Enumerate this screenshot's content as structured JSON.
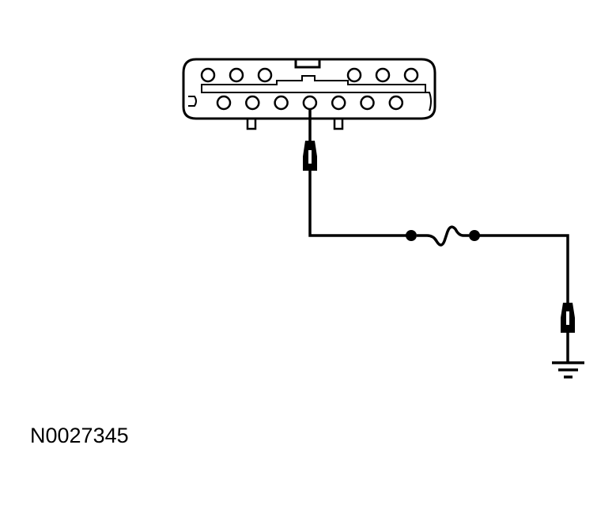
{
  "figure": {
    "id_label": "N0027345"
  },
  "connector": {
    "top_row_pin_count": 6,
    "bottom_row_pin_count": 7,
    "wired_pin": "bottom-row-4"
  },
  "components": [
    "connector",
    "terminal",
    "fuse",
    "terminal",
    "ground"
  ],
  "colors": {
    "line": "#000000",
    "background": "#ffffff"
  }
}
